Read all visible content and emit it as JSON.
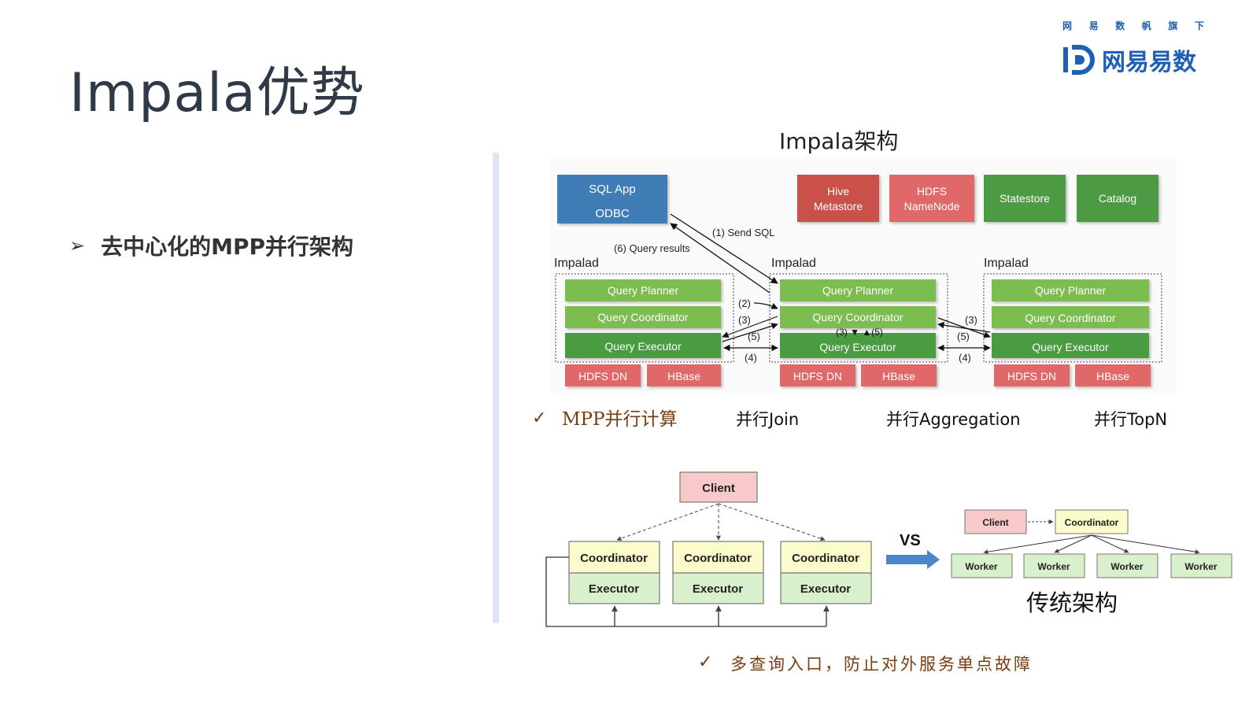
{
  "slide": {
    "title": "Impala优势",
    "brand": {
      "tagline_chars": [
        "网",
        "易",
        "数",
        "帆",
        "旗",
        "下"
      ],
      "name": "网易易数",
      "color": "#1f5fb4"
    },
    "bullet": {
      "marker": "➢",
      "text": "去中心化的MPP并行架构"
    }
  },
  "architecture": {
    "title": "Impala架构",
    "sql_app": {
      "line1": "SQL App",
      "line2": "ODBC"
    },
    "services": {
      "hive": {
        "line1": "Hive",
        "line2": "Metastore"
      },
      "hdfs_namenode": {
        "line1": "HDFS",
        "line2": "NameNode"
      },
      "statestore": "Statestore",
      "catalog": "Catalog"
    },
    "send_sql": "(1) Send SQL",
    "query_results": "(6) Query results",
    "impalad_label": "Impalad",
    "planner": "Query Planner",
    "coordinator": "Query Coordinator",
    "executor": "Query Executor",
    "hdfs_dn": "HDFS DN",
    "hbase": "HBase",
    "step2": "(2)",
    "step3": "(3)",
    "step4": "(4)",
    "step5": "(5)",
    "inner_steps": "(3)  ▼  ▲(5)",
    "colors": {
      "sql_app": "#3f7bb6",
      "service_red": "#c9514a",
      "service_green": "#4e9a45",
      "light_green": "#7cbd4f",
      "dark_green": "#4a9c3f",
      "storage_red": "#e06767"
    }
  },
  "parallel": {
    "check": "✓",
    "label": "MPP并行计算",
    "join": "并行Join",
    "aggregation": "并行Aggregation",
    "topn": "并行TopN"
  },
  "comparison": {
    "client": "Client",
    "coordinator": "Coordinator",
    "executor": "Executor",
    "vs": "VS",
    "worker": "Worker",
    "traditional": "传统架构"
  },
  "footnote": {
    "check": "✓",
    "text": "多查询入口，防止对外服务单点故障"
  }
}
